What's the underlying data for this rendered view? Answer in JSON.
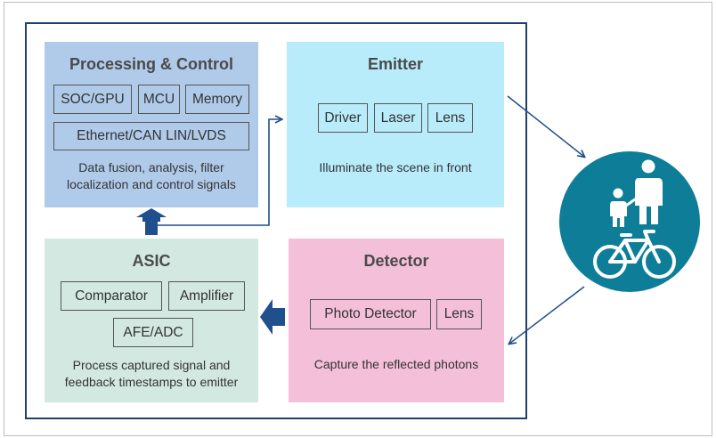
{
  "processing": {
    "title": "Processing & Control",
    "components": [
      "SOC/GPU",
      "MCU",
      "Memory",
      "Ethernet/CAN LIN/LVDS"
    ],
    "description_line1": "Data fusion, analysis, filter",
    "description_line2": "localization and control signals"
  },
  "emitter": {
    "title": "Emitter",
    "components": [
      "Driver",
      "Laser",
      "Lens"
    ],
    "description": "Illuminate the scene in front"
  },
  "asic": {
    "title": "ASIC",
    "components": [
      "Comparator",
      "Amplifier",
      "AFE/ADC"
    ],
    "description_line1": "Process captured signal and",
    "description_line2": "feedback timestamps to emitter"
  },
  "detector": {
    "title": "Detector",
    "components": [
      "Photo Detector",
      "Lens"
    ],
    "description": "Capture the reflected photons"
  },
  "scene": {
    "icon": "pedestrian-bicycle-icon",
    "circle_color": "#0e7e98"
  },
  "colors": {
    "frame": "#1f3f6e",
    "arrow": "#1f4f8c",
    "processing_bg": "#b0cbea",
    "emitter_bg": "#b8ecfb",
    "asic_bg": "#d2e8e0",
    "detector_bg": "#f4bfd9"
  }
}
